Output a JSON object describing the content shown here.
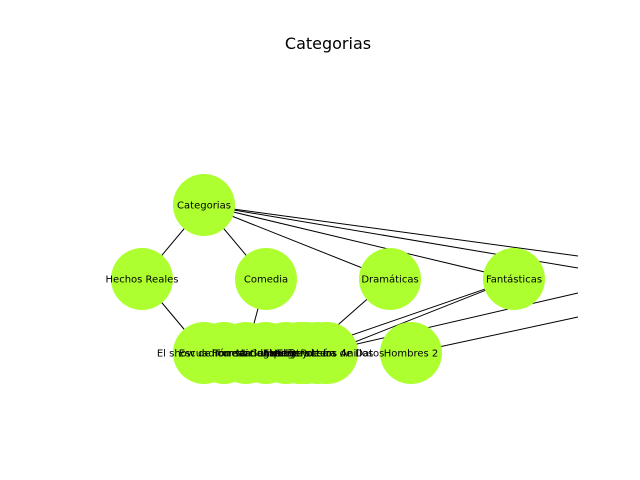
{
  "diagram": {
    "title": "Categorias",
    "colors": {
      "node": "#adff2f",
      "edge": "#000000",
      "text": "#000000"
    },
    "nodes": [
      {
        "id": "categorias",
        "label": "Categorias"
      },
      {
        "id": "hechos-reales",
        "label": "Hechos Reales"
      },
      {
        "id": "comedia",
        "label": "Comedia"
      },
      {
        "id": "dramaticas",
        "label": "Dramáticas"
      },
      {
        "id": "fantasticas",
        "label": "Fantásticas"
      },
      {
        "id": "leaf-1",
        "label": "El show de Truman"
      },
      {
        "id": "leaf-2",
        "label": "Escuadrón suicida"
      },
      {
        "id": "leaf-3",
        "label": "Forrest Gump"
      },
      {
        "id": "leaf-4",
        "label": "Madagascar"
      },
      {
        "id": "leaf-5",
        "label": "Avengers"
      },
      {
        "id": "leaf-6",
        "label": "El Rey León"
      },
      {
        "id": "leaf-7",
        "label": "La Estructura de Datos"
      },
      {
        "id": "leaf-8",
        "label": "Harry Potter"
      },
      {
        "id": "leaf-9",
        "label": "El Señor de los Anillos"
      },
      {
        "id": "hombres",
        "label": "Hombres 2"
      }
    ],
    "edges": [
      [
        "categorias",
        "hechos-reales"
      ],
      [
        "categorias",
        "comedia"
      ],
      [
        "categorias",
        "dramaticas"
      ],
      [
        "categorias",
        "fantasticas"
      ],
      [
        "categorias",
        "offscreen-1"
      ],
      [
        "categorias",
        "offscreen-2"
      ],
      [
        "hechos-reales",
        "leaf-1"
      ],
      [
        "comedia",
        "leaf-3"
      ],
      [
        "dramaticas",
        "leaf-6"
      ],
      [
        "fantasticas",
        "leaf-7"
      ],
      [
        "fantasticas",
        "leaf-8"
      ],
      [
        "offscreen-3",
        "leaf-9"
      ],
      [
        "offscreen-4",
        "hombres"
      ]
    ]
  }
}
